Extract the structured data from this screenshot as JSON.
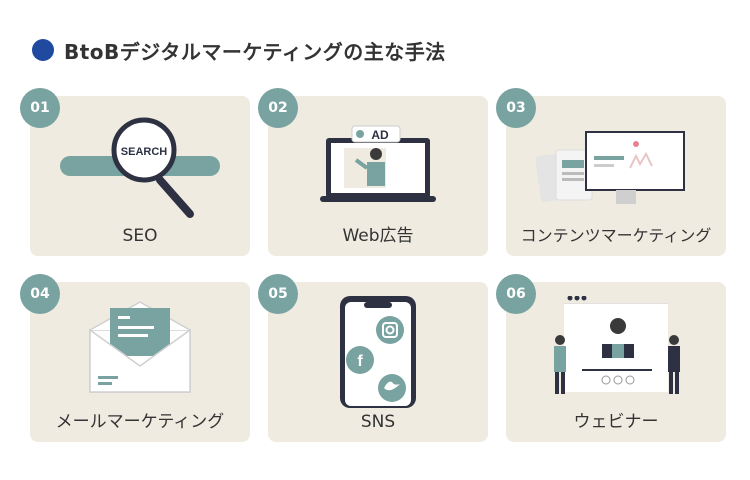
{
  "title": "BtoBデジタルマーケティングの主な手法",
  "colors": {
    "accent_blue": "#1f4a9f",
    "teal": "#78a3a0",
    "card_bg": "#efebe1",
    "dark": "#2d3142"
  },
  "cards": [
    {
      "number": "01",
      "label": "SEO",
      "icon": "magnifier-search-icon",
      "search_text": "SEARCH"
    },
    {
      "number": "02",
      "label": "Web広告",
      "icon": "ad-monitor-icon",
      "ad_text": "AD"
    },
    {
      "number": "03",
      "label": "コンテンツマーケティング",
      "icon": "content-documents-icon"
    },
    {
      "number": "04",
      "label": "メールマーケティング",
      "icon": "envelope-icon"
    },
    {
      "number": "05",
      "label": "SNS",
      "icon": "smartphone-social-icon"
    },
    {
      "number": "06",
      "label": "ウェビナー",
      "icon": "webinar-screen-icon"
    }
  ]
}
